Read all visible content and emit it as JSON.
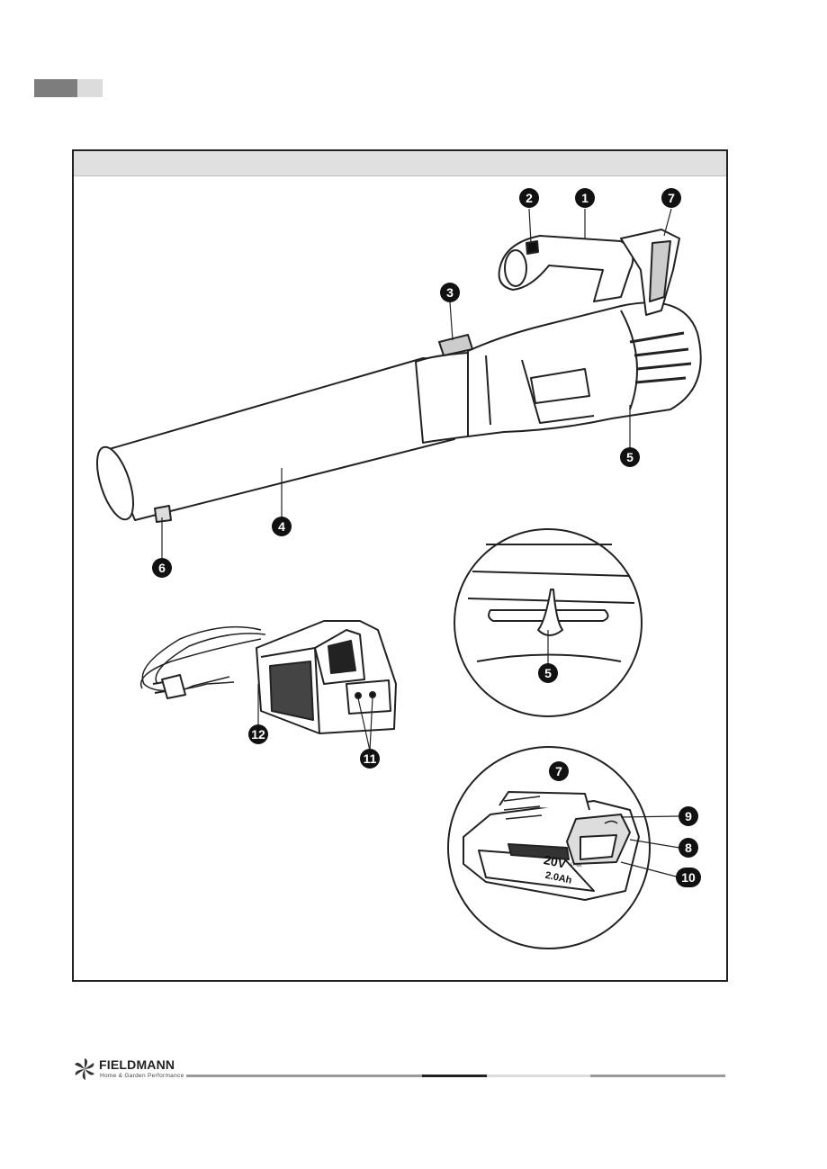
{
  "callouts": {
    "c1": "1",
    "c2": "2",
    "c3": "3",
    "c4": "4",
    "c5a": "5",
    "c5b": "5",
    "c6": "6",
    "c7a": "7",
    "c7b": "7",
    "c8": "8",
    "c9": "9",
    "c10": "10",
    "c11": "11",
    "c12": "12"
  },
  "battery_label": {
    "voltage": "20V",
    "chem": "Li-ion",
    "capacity": "2.0Ah"
  },
  "footer": {
    "brand": "FIELDMANN",
    "tagline": "Home & Garden Performance"
  },
  "colors": {
    "tab_dark": "#7d7d7d",
    "tab_light": "#dcdcdc",
    "header_band": "#e0e0e0",
    "footer_dark": "#222222",
    "footer_grey": "#9a9a9a"
  }
}
